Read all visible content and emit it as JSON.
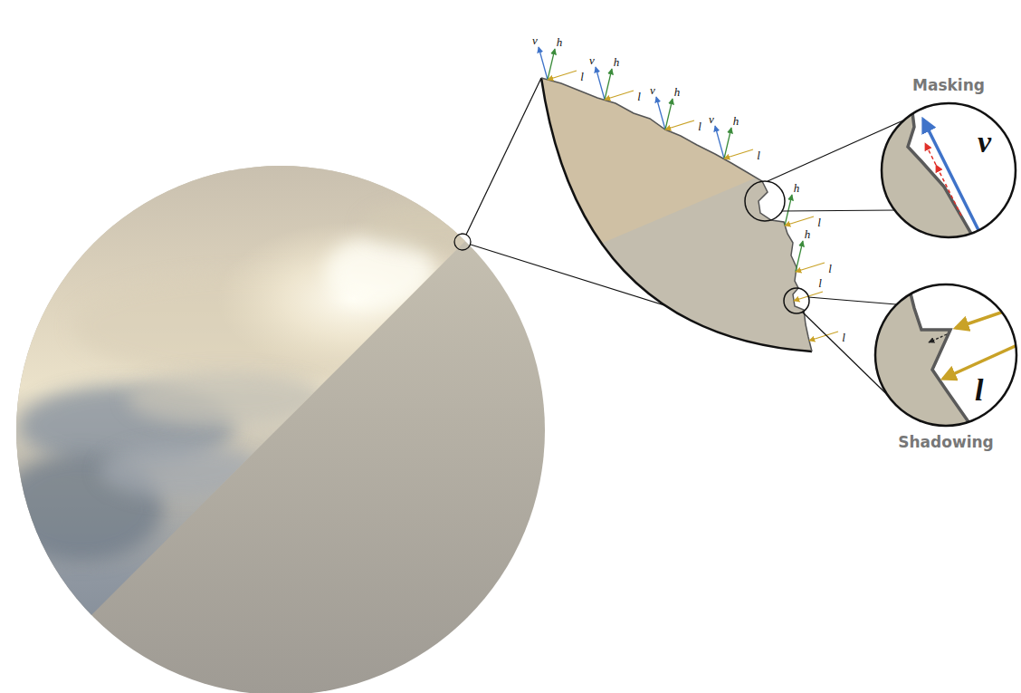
{
  "diagram": {
    "nodes": [
      {
        "text": [
          "Masking",
          "v"
        ]
      },
      {
        "text": [
          "l",
          "Shadowing"
        ]
      }
    ],
    "labels": [
      "v",
      "h",
      "l",
      "v",
      "h",
      "l",
      "v",
      "h",
      "l",
      "v",
      "h",
      "l",
      "h",
      "l",
      "h",
      "l",
      "l",
      "l"
    ]
  }
}
